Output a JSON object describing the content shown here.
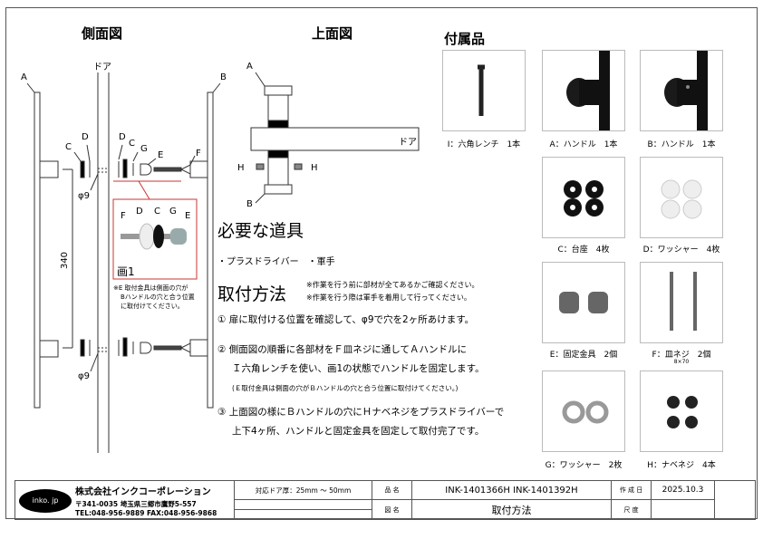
{
  "side_view": {
    "title": "側面図",
    "door": "ドア",
    "labels": {
      "a": "A",
      "b": "B",
      "c": "C",
      "d": "D",
      "e": "E",
      "f": "F",
      "g": "G"
    },
    "hole_top": "φ9",
    "hole_bottom": "φ9",
    "dimension": "340",
    "inset": {
      "title": "画1",
      "labels": [
        "F",
        "D",
        "C",
        "G",
        "E"
      ],
      "note": [
        "※E 取付金具は側面の穴が",
        "Bハンドルの穴と合う位置",
        "に取付けてください。"
      ]
    }
  },
  "top_view": {
    "title": "上面図",
    "door": "ドア",
    "a": "A",
    "b": "B",
    "h_left": "H",
    "h_right": "H"
  },
  "tools": {
    "title": "必要な道具",
    "items": "・プラスドライバー　・軍手"
  },
  "method": {
    "title": "取付方法",
    "notes": [
      "※作業を行う前に部材が全てあるかご確認ください。",
      "※作業を行う際は軍手を着用して行ってください。"
    ],
    "steps": [
      {
        "num": "①",
        "lines": [
          "扉に取付ける位置を確認して、φ9で穴を2ヶ所あけます。"
        ]
      },
      {
        "num": "②",
        "lines": [
          "側面図の順番に各部材をＦ皿ネジに通してＡハンドルに",
          "Ｉ六角レンチを使い、画1の状態でハンドルを固定します。"
        ],
        "note": "(Ｅ取付金具は側面の穴がＢハンドルの穴と合う位置に取付けてください。)"
      },
      {
        "num": "③",
        "lines": [
          "上面図の様にＢハンドルの穴にＨナベネジをプラスドライバーで",
          "上下4ヶ所、ハンドルと固定金具を固定して取付完了です。"
        ]
      }
    ]
  },
  "parts": {
    "title": "付属品",
    "items": [
      {
        "caption": "I：六角レンチ　1本"
      },
      {
        "caption": "A：ハンドル　1本"
      },
      {
        "caption": "B：ハンドル　1本"
      },
      {
        "caption": "C：台座　4枚"
      },
      {
        "caption": "D：ワッシャー　4枚"
      },
      {
        "caption": ""
      },
      {
        "caption": "E：固定金具　2個"
      },
      {
        "caption": "F：皿ネジ　2個",
        "sub": "8×70"
      },
      {
        "caption": ""
      },
      {
        "caption": "G：ワッシャー　2枚"
      },
      {
        "caption": "H：ナベネジ　4本"
      }
    ]
  },
  "title_block": {
    "logo": "inko. jp",
    "company": "株式会社インクコーポレーション",
    "address": "〒341-0035 埼玉県三郷市鷹野5-557",
    "tel": "TEL:048-956-9889  FAX:048-956-9868",
    "door_label": "対応ドア厚：25mm 〜 50mm",
    "product_label": "品 名",
    "product": "INK-1401366H  INK-1401392H",
    "date_label": "作 成 日",
    "date": "2025.10.3",
    "drawing_label": "図 名",
    "drawing": "取付方法",
    "scale_label": "尺 度"
  }
}
